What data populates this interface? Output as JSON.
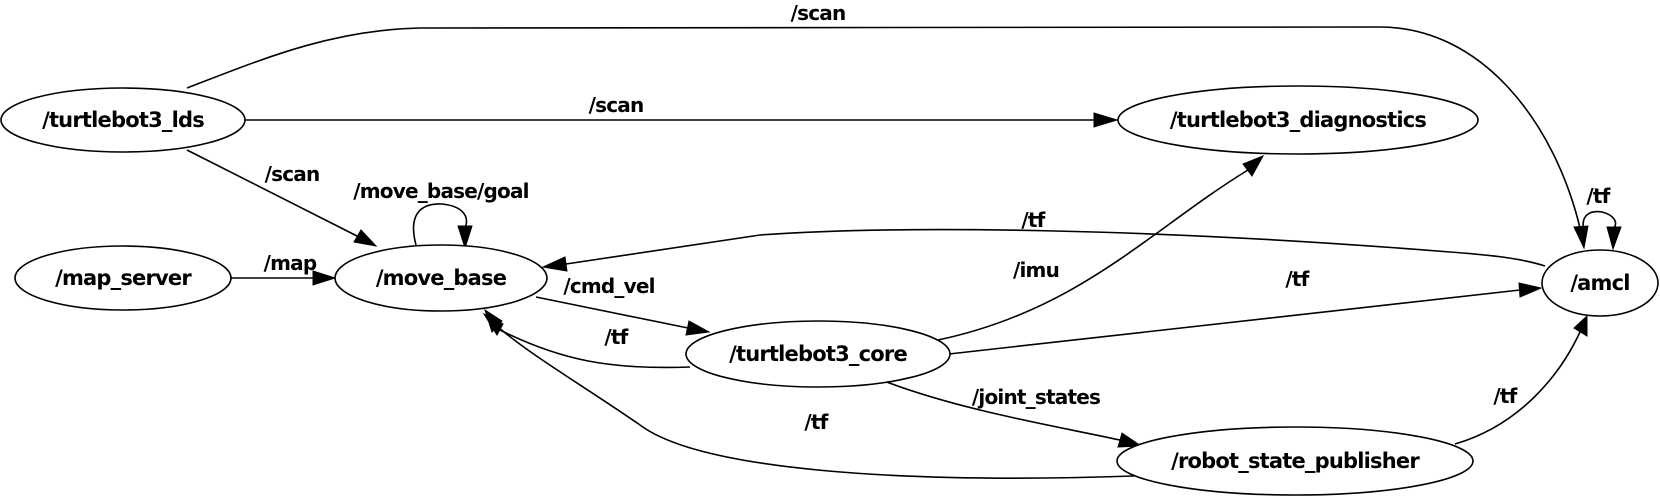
{
  "graph": {
    "nodes": {
      "turtlebot3_lds": "/turtlebot3_lds",
      "turtlebot3_diagnostics": "/turtlebot3_diagnostics",
      "map_server": "/map_server",
      "move_base": "/move_base",
      "amcl": "/amcl",
      "turtlebot3_core": "/turtlebot3_core",
      "robot_state_publisher": "/robot_state_publisher"
    },
    "edges": {
      "lds_to_amcl": "/scan",
      "lds_to_diagnostics": "/scan",
      "lds_to_move_base": "/scan",
      "move_base_self": "/move_base/goal",
      "map_server_to_move_base": "/map",
      "amcl_to_move_base": "/tf",
      "amcl_self": "/tf",
      "move_base_to_core": "/cmd_vel",
      "core_to_move_base": "/tf",
      "core_to_diagnostics": "/imu",
      "core_to_amcl": "/tf",
      "core_to_rsp": "/joint_states",
      "rsp_to_move_base": "/tf",
      "rsp_to_amcl": "/tf"
    }
  }
}
